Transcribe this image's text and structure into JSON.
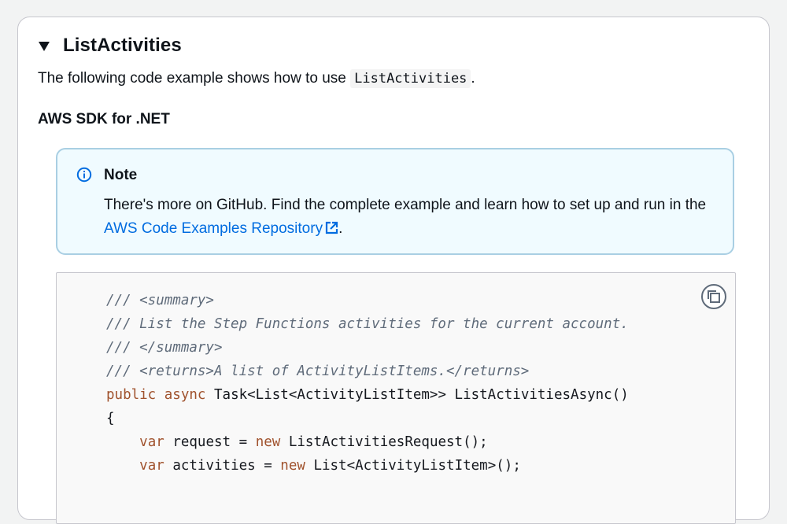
{
  "section": {
    "title": "ListActivities",
    "intro_text": "The following code example shows how to use",
    "intro_code": "ListActivities",
    "intro_suffix": ".",
    "sdk_heading": "AWS SDK for .NET"
  },
  "note": {
    "title": "Note",
    "body_text": "There's more on GitHub. Find the complete example and learn how to set up and run in the",
    "link_text": "AWS Code Examples Repository",
    "body_suffix": "."
  },
  "code": {
    "lines": [
      {
        "indent": "",
        "comment": "/// <summary>"
      },
      {
        "indent": "",
        "comment": "/// List the Step Functions activities for the current account."
      },
      {
        "indent": "",
        "comment": "/// </summary>"
      },
      {
        "indent": "",
        "comment": "/// <returns>A list of ActivityListItems.</returns>"
      },
      {
        "indent": "",
        "kw1": "public",
        "kw2": "async",
        "text": "Task<List<ActivityListItem>> ListActivitiesAsync()"
      },
      {
        "indent": "",
        "text": "{"
      },
      {
        "indent": "    ",
        "kw1": "var",
        "text_a": "request =",
        "kw2": "new",
        "text": "ListActivitiesRequest();"
      },
      {
        "indent": "    ",
        "kw1": "var",
        "text_a": "activities =",
        "kw2": "new",
        "text": "List<ActivityListItem>();"
      }
    ]
  },
  "icons": {
    "caret": "caret-down-icon",
    "note": "info-icon",
    "external": "external-link-icon",
    "copy": "copy-icon"
  },
  "colors": {
    "link": "#006ce0",
    "note_bg": "#f0fbff",
    "note_border": "#a9cfe3",
    "keyword": "#a0522d",
    "comment": "#5f6b7a"
  }
}
